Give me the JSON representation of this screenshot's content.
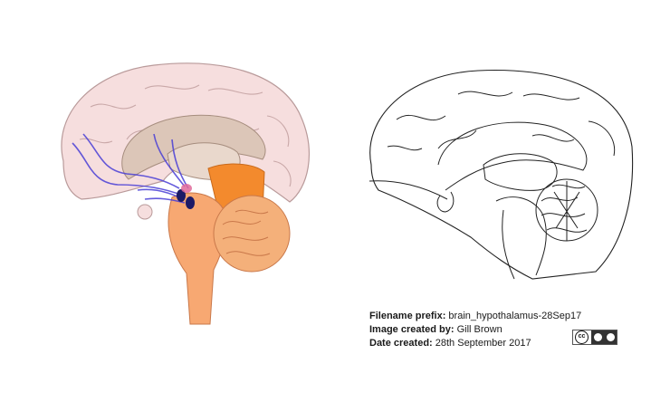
{
  "meta": {
    "filename_label": "Filename prefix:",
    "filename_value": "brain_hypothalamus-28Sep17",
    "author_label": "Image created by:",
    "author_value": "Gill Brown",
    "date_label": "Date created:",
    "date_value": "28th September 2017"
  },
  "license": {
    "icon": "creative-commons-by-nc-badge"
  },
  "colors": {
    "cortex": "#f6dede",
    "cortex_stroke": "#c9a8a8",
    "inner": "#dcc6b8",
    "brainstem": "#f7a872",
    "cerebellum": "#f4b07a",
    "midbrain": "#f38a2d",
    "pathway": "#4a3fd6",
    "nucleus": "#1c1a66"
  }
}
